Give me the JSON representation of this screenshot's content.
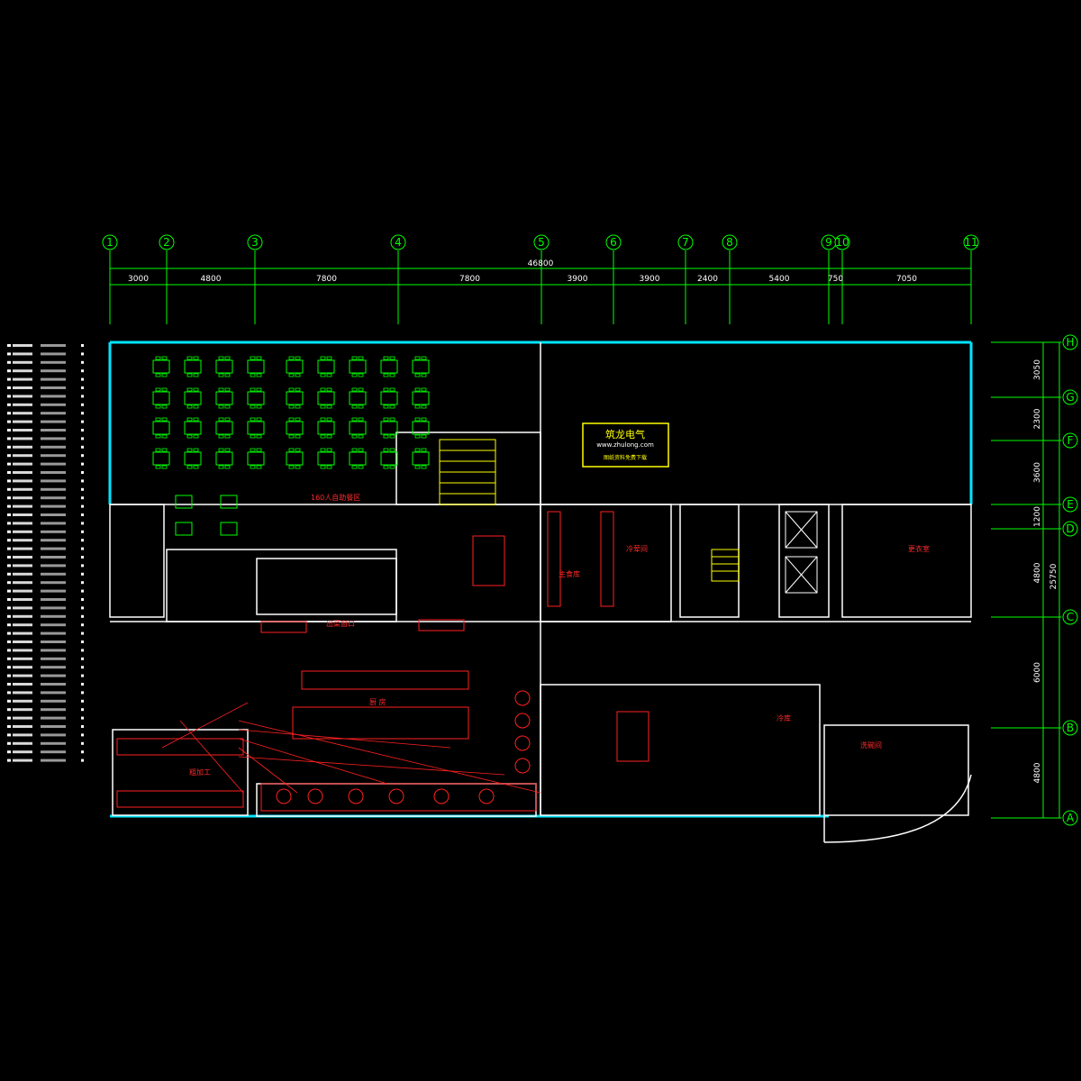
{
  "drawing": {
    "colors": {
      "background": "#000000",
      "wall": "#00e5ff",
      "line": "#ffffff",
      "equipment": "#ff2020",
      "furniture": "#00ff00",
      "axis": "#00ff00",
      "brand_box": "#ffff00"
    },
    "top_axes": [
      "1",
      "2",
      "3",
      "4",
      "5",
      "6",
      "7",
      "8",
      "9",
      "10",
      "11"
    ],
    "top_dimensions": [
      "3000",
      "4800",
      "7800",
      "7800",
      "3900",
      "3900",
      "2400",
      "5400",
      "750",
      "7050"
    ],
    "total_width": "46800",
    "right_axes": [
      "H",
      "G",
      "F",
      "E",
      "D",
      "C",
      "B",
      "A"
    ],
    "right_dimensions": [
      "3050",
      "2300",
      "3600",
      "1200",
      "4800",
      "6000",
      "4800"
    ],
    "total_height": "25750",
    "brand": {
      "title": "筑龙电气",
      "url": "www.zhulong.com",
      "subtitle": "图纸资料免费下载"
    },
    "rooms": [
      "160人自助餐区",
      "厨 房",
      "粗加工",
      "出菜窗口",
      "主食库",
      "冷荤间",
      "冷库",
      "更衣室",
      "洗碗间"
    ]
  }
}
